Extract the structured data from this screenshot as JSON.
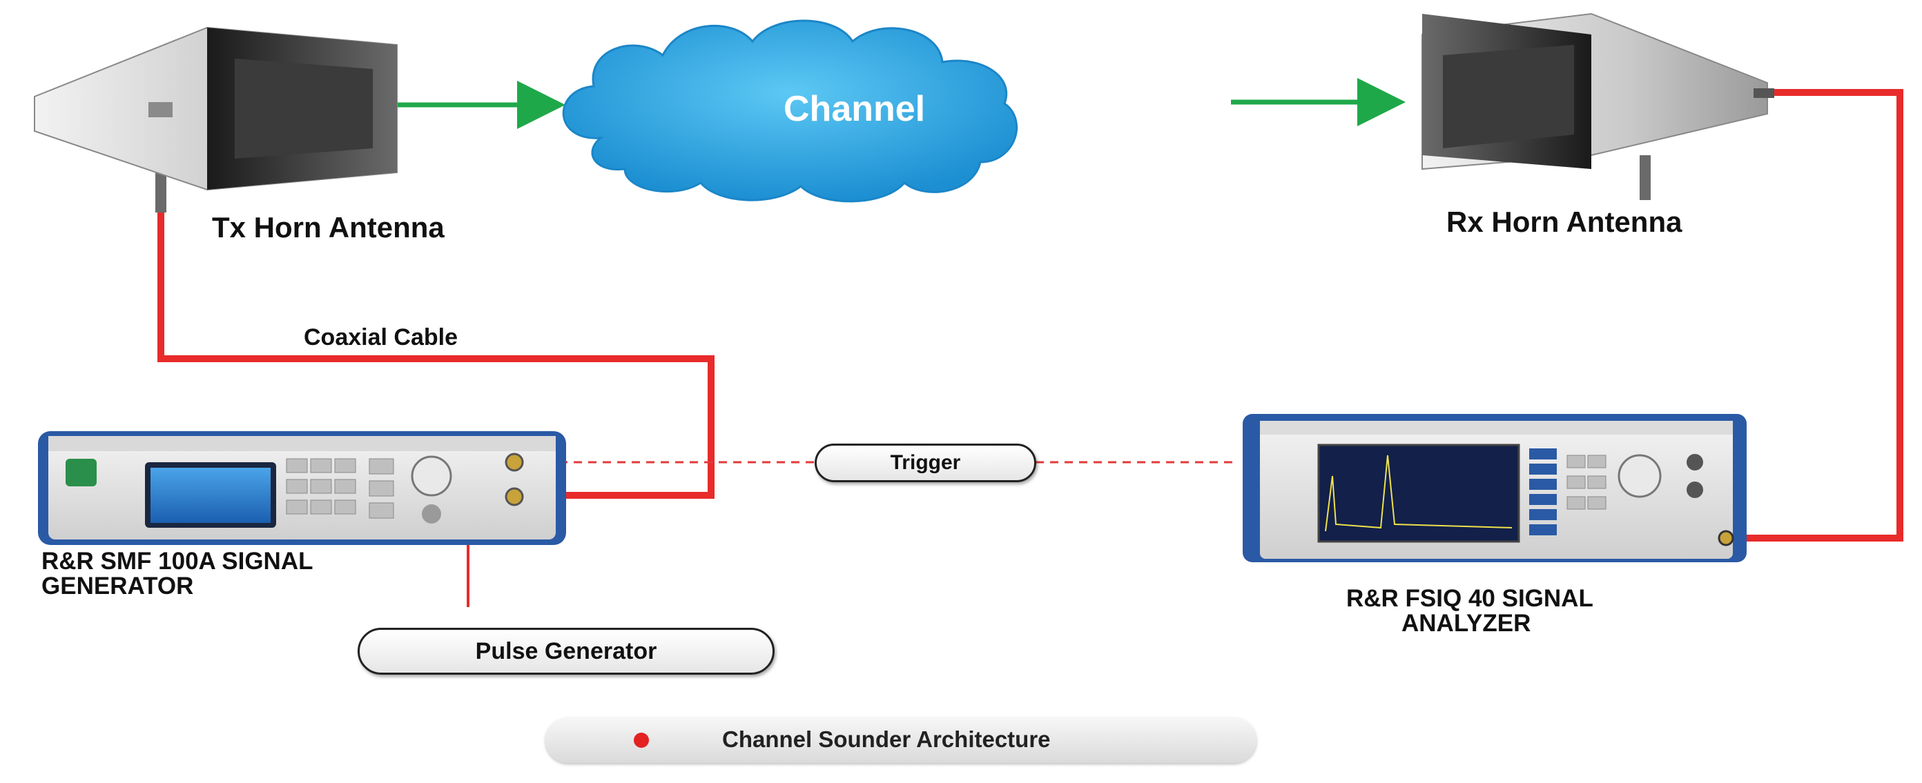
{
  "labels": {
    "channel": "Channel",
    "tx_antenna": "Tx Horn Antenna",
    "rx_antenna": "Rx Horn Antenna",
    "coaxial_cable": "Coaxial Cable",
    "signal_generator_line1": "R&R SMF 100A SIGNAL",
    "signal_generator_line2": "GENERATOR",
    "signal_analyzer_line1": "R&R FSIQ 40 SIGNAL",
    "signal_analyzer_line2": "ANALYZER",
    "trigger": "Trigger",
    "pulse_generator": "Pulse Generator",
    "caption": "Channel Sounder Architecture"
  },
  "colors": {
    "cable": "#e82b2b",
    "arrow": "#1fa84a",
    "cloud": "#23a3e0",
    "trigger_line": "#e23a3a",
    "device_blue": "#2a5aa5"
  }
}
